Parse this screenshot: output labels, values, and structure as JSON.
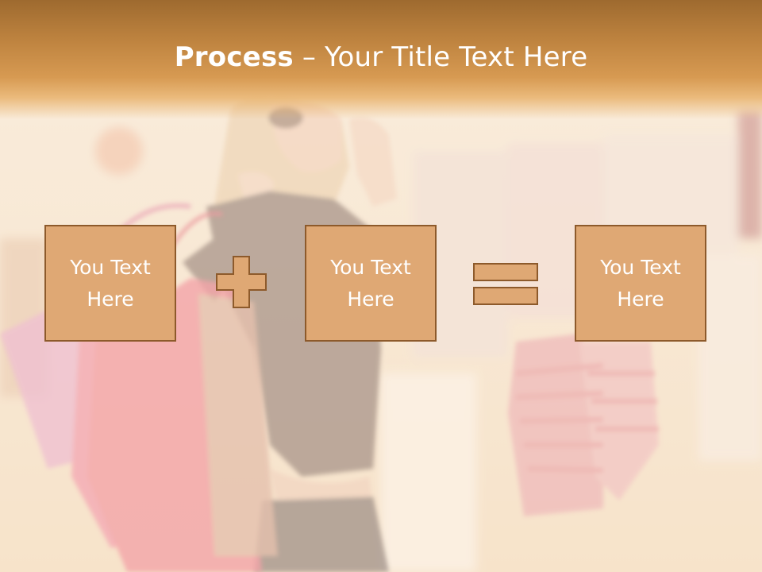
{
  "slide": {
    "title_bold": "Process",
    "title_rest": " – Your Title Text Here",
    "boxes": [
      {
        "label": "You Text Here"
      },
      {
        "label": "You Text Here"
      },
      {
        "label": "You Text Here"
      }
    ],
    "operators": [
      "plus-icon",
      "equals-icon"
    ],
    "background_image": "woman with shopping bags in a store (faded)"
  },
  "colors": {
    "header": "#bf8440",
    "box_fill": "#dfa874",
    "box_border": "#8d5a2b",
    "text": "#ffffff"
  }
}
